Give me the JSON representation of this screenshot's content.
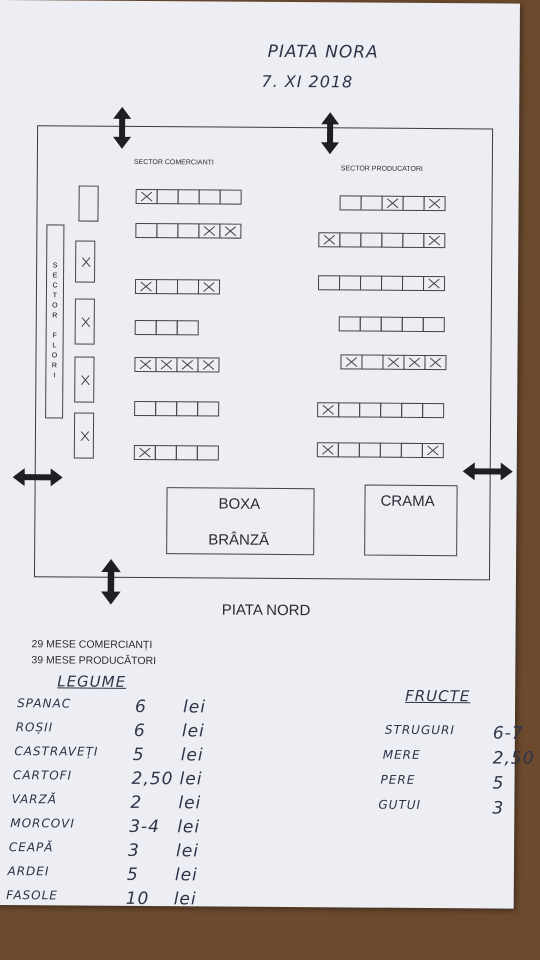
{
  "header": {
    "title": "PIATA NORA",
    "date": "7. XI 2018"
  },
  "plan": {
    "sector_comercianti": "SECTOR COMERCIANTI",
    "sector_producatori": "SECTOR PRODUCATORI",
    "sector_flori_letters": [
      "S",
      "E",
      "C",
      "T",
      "O",
      "R",
      "",
      "F",
      "L",
      "O",
      "R",
      "I"
    ],
    "boxa_label": "BOXA",
    "branza_label": "BRÂNZĂ",
    "crama_label": "CRAMA",
    "caption": "PIATA NORD"
  },
  "counts": {
    "comercianti": "29 MESE COMERCIANȚI",
    "producatori": "39 MESE PRODUCĂTORI"
  },
  "legume": {
    "title": "LEGUME",
    "items": [
      {
        "name": "SPANAC",
        "price": "6",
        "unit": "lei"
      },
      {
        "name": "ROȘII",
        "price": "6",
        "unit": "lei"
      },
      {
        "name": "CASTRAVEȚI",
        "price": "5",
        "unit": "lei"
      },
      {
        "name": "CARTOFI",
        "price": "2,50",
        "unit": "lei"
      },
      {
        "name": "VARZĂ",
        "price": "2",
        "unit": "lei"
      },
      {
        "name": "MORCOVI",
        "price": "3-4",
        "unit": "lei"
      },
      {
        "name": "CEAPĂ",
        "price": "3",
        "unit": "lei"
      },
      {
        "name": "ARDEI",
        "price": "5",
        "unit": "lei"
      },
      {
        "name": "FASOLE",
        "price": "10",
        "unit": "lei"
      }
    ]
  },
  "fructe": {
    "title": "FRUCTE",
    "items": [
      {
        "name": "STRUGURI",
        "price": "6-7"
      },
      {
        "name": "MERE",
        "price": "2,50"
      },
      {
        "name": "PERE",
        "price": "5"
      },
      {
        "name": "GUTUI",
        "price": "3"
      }
    ]
  },
  "colors": {
    "paper": "#eceef3",
    "ink": "#2e3348",
    "wood": "#6b4a2e"
  }
}
